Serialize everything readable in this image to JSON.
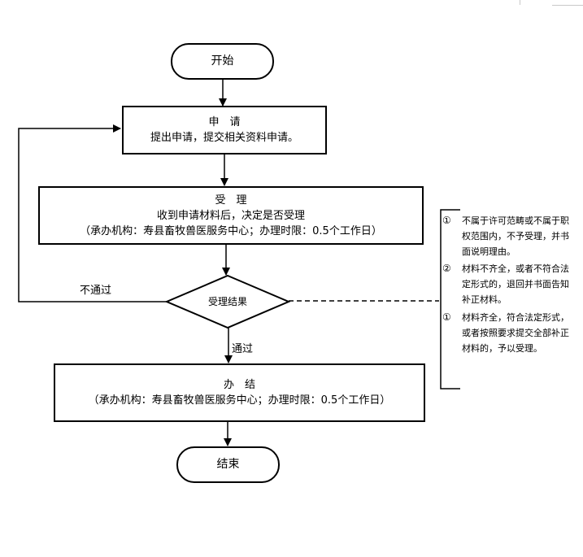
{
  "flow": {
    "start": "开始",
    "apply": {
      "title": "申　请",
      "desc": "提出申请，提交相关资料申请。"
    },
    "accept": {
      "title": "受　理",
      "desc": "收到申请材料后，决定是否受理",
      "org": "（承办机构：寿县畜牧兽医服务中心；办理时限：0.5个工作日）"
    },
    "decision": "受理结果",
    "fail_label": "不通过",
    "pass_label": "通过",
    "finish": {
      "title": "办　结",
      "org": "（承办机构：寿县畜牧兽医服务中心；办理时限：0.5个工作日）"
    },
    "end": "结束"
  },
  "notes": [
    {
      "marker": "①",
      "text": "不属于许可范畴或不属于职权范围内，不予受理，并书面说明理由。"
    },
    {
      "marker": "②",
      "text": "材料不齐全，或者不符合法定形式的，退回并书面告知补正材料。"
    },
    {
      "marker": "①",
      "text": "材料齐全，符合法定形式，或者按照要求提交全部补正材料的，予以受理。"
    }
  ]
}
